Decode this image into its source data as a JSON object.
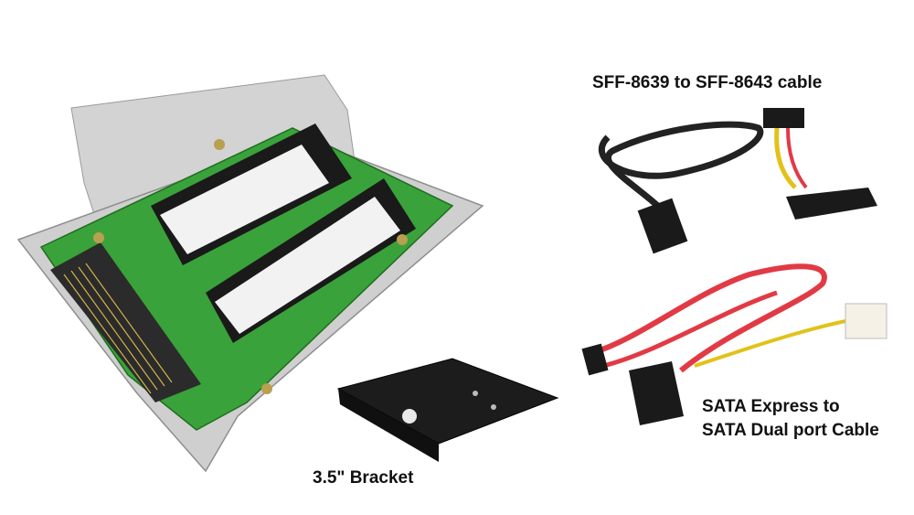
{
  "labels": {
    "sff_cable": "SFF-8639 to SFF-8643 cable",
    "bracket": "3.5\" Bracket",
    "sata_line1": "SATA Express to",
    "sata_line2": "SATA Dual port Cable"
  },
  "colors": {
    "pcb": "#3aa23a",
    "tray": "#c8c8c8",
    "ssd": "#1a1a1a",
    "cable_red": "#e23a45",
    "cable_black": "#222222",
    "bracket": "#1c1c1c"
  }
}
